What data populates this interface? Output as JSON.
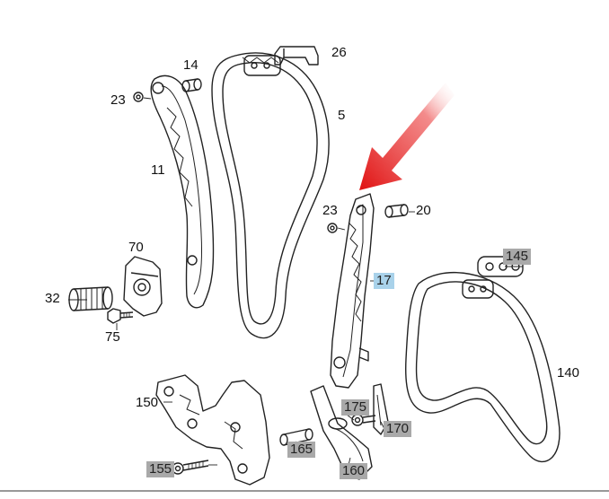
{
  "labels": {
    "p26": "26",
    "p14": "14",
    "p23a": "23",
    "p5": "5",
    "p11": "11",
    "p23b": "23",
    "p20": "20",
    "p70": "70",
    "p32": "32",
    "p75": "75",
    "p140": "140",
    "p150": "150"
  },
  "tags": {
    "p17": "17",
    "p145": "145",
    "p175": "175",
    "p170": "170",
    "p165": "165",
    "p160": "160",
    "p155": "155"
  },
  "colors": {
    "highlight_gray": "#a9a9a9",
    "highlight_blue": "#a9d2ea",
    "arrow_red": "#e02020"
  }
}
